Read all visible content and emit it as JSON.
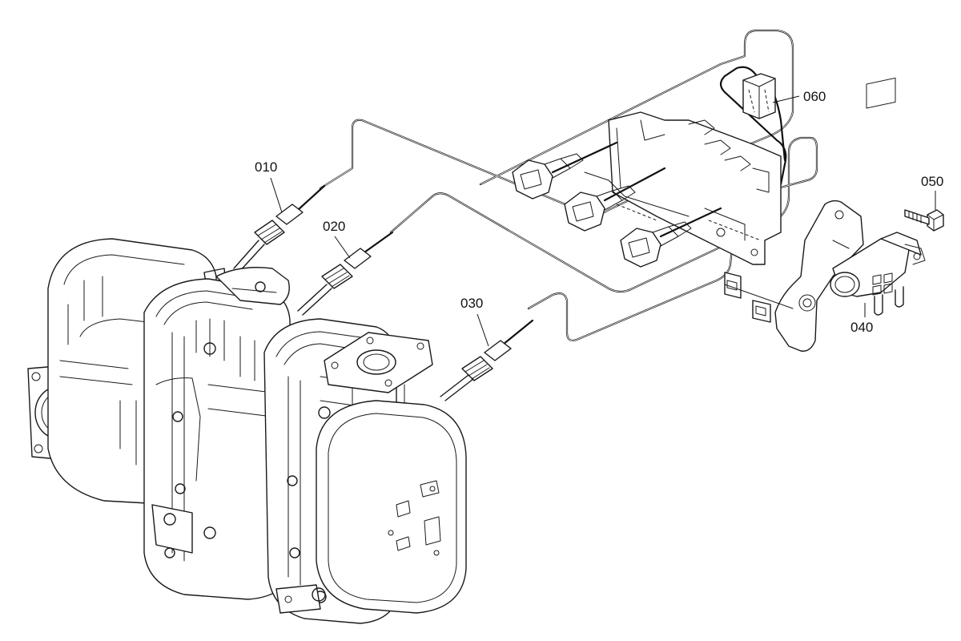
{
  "callouts": [
    {
      "id": "c010",
      "text": "010"
    },
    {
      "id": "c020",
      "text": "020"
    },
    {
      "id": "c030",
      "text": "030"
    },
    {
      "id": "c040",
      "text": "040"
    },
    {
      "id": "c050",
      "text": "050"
    },
    {
      "id": "c060",
      "text": "060"
    }
  ]
}
